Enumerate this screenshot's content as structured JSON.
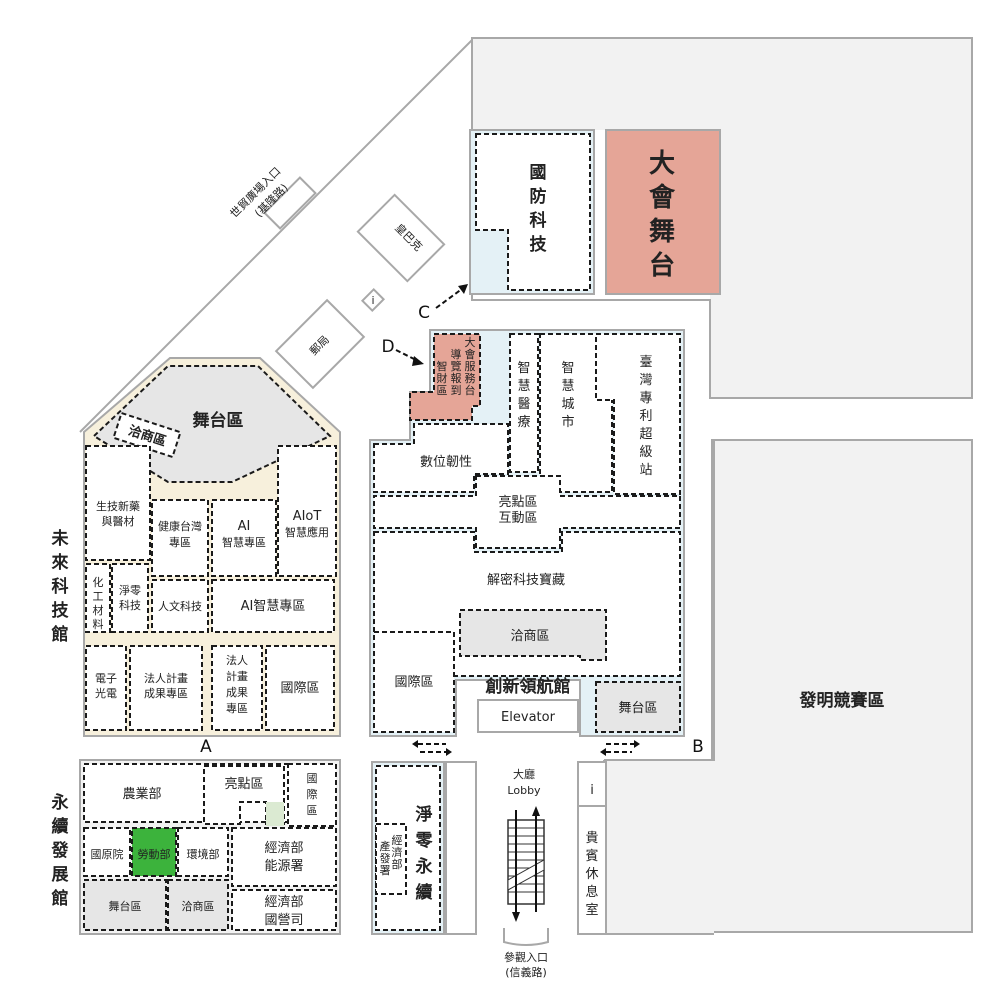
{
  "venue": {
    "future_tech_hall": [
      "未",
      "來",
      "科",
      "技",
      "館"
    ],
    "sustain_hall": [
      "永",
      "續",
      "發",
      "展",
      "館"
    ],
    "innovation_hall": "創新領航館",
    "invention_zone": "發明競賽區"
  },
  "entrances": {
    "world_trade_line1": "世貿廣場入口",
    "world_trade_line2": "(基隆路)",
    "visitor_line1": "參觀入口",
    "visitor_line2": "(信義路)"
  },
  "markers": {
    "a": "A",
    "b": "B",
    "c": "C",
    "d": "D"
  },
  "future": {
    "stage": "舞台區",
    "negotiation": "洽商區",
    "biotech": [
      "生技新藥",
      "與醫材"
    ],
    "health": [
      "健康台灣",
      "專區"
    ],
    "ai_zone": [
      "AI",
      "智慧專區"
    ],
    "aiot": [
      "AIoT",
      "智慧應用"
    ],
    "chem": [
      "化",
      "工",
      "材",
      "料"
    ],
    "netzero": [
      "淨零",
      "科技"
    ],
    "humanities": "人文科技",
    "ai_zone2": "AI智慧專區",
    "electronics": [
      "電子",
      "光電"
    ],
    "corp_plan": [
      "法人計畫",
      "成果專區"
    ],
    "corp_plan2": [
      "法人",
      "計畫",
      "成果",
      "專區"
    ],
    "intl": "國際區"
  },
  "sustain": {
    "agri": "農業部",
    "highlight": "亮點區",
    "intl": [
      "國",
      "際",
      "區"
    ],
    "nstc": "國原院",
    "labor": "勞動部",
    "env": "環境部",
    "energy": [
      "經濟部",
      "能源署"
    ],
    "stage": "舞台區",
    "negotiation": "洽商區",
    "soe": [
      "經濟部",
      "國營司"
    ]
  },
  "innovation": {
    "defense": [
      "國",
      "防",
      "科",
      "技"
    ],
    "main_stage": [
      "大",
      "會",
      "舞",
      "台"
    ],
    "service_desk": [
      "大",
      "會",
      "服",
      "務",
      "台"
    ],
    "guide_checkin": [
      "導",
      "覽",
      "報",
      "到"
    ],
    "ip_zone": [
      "智",
      "財",
      "區"
    ],
    "smart_medical": [
      "智",
      "慧",
      "醫",
      "療"
    ],
    "smart_city": [
      "智",
      "慧",
      "城",
      "市"
    ],
    "patent": [
      "臺",
      "灣",
      "專",
      "利",
      "超",
      "級",
      "站"
    ],
    "resilience": "數位韌性",
    "highlight": [
      "亮點區",
      "互動區"
    ],
    "treasure": "解密科技寶藏",
    "negotiation": "洽商區",
    "intl": "國際區",
    "stage": "舞台區",
    "elevator": "Elevator"
  },
  "lobby": {
    "lobby_zh": "大廳",
    "lobby_en": "Lobby",
    "netzero": [
      "淨",
      "零",
      "永",
      "續"
    ],
    "moea_ind": [
      "產",
      "發",
      "署"
    ],
    "moea_ind2": [
      "經",
      "濟",
      "部"
    ],
    "info": "i",
    "vip": [
      "貴",
      "賓",
      "休",
      "息",
      "室"
    ]
  },
  "outside": {
    "bus": "皇巴克",
    "post": "郵局",
    "info": "i"
  }
}
